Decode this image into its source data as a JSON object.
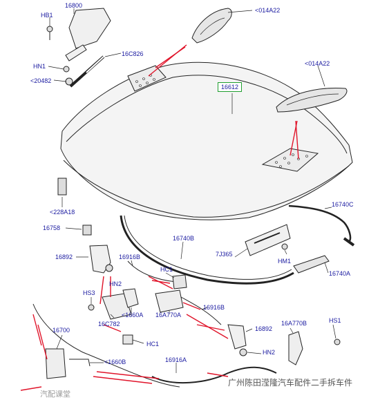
{
  "diagram": {
    "labels": {
      "hb1": "HB1",
      "p16800": "16800",
      "p16c826": "16C826",
      "hn1": "HN1",
      "p20482": "<20482",
      "p014a22_top": "<014A22",
      "p014a22_right": "<014A22",
      "p16612": "16612",
      "p228a18": "<228A18",
      "p16758": "16758",
      "p16740c": "16740C",
      "p16740b": "16740B",
      "p7j365": "7J365",
      "hm1": "HM1",
      "p16740a": "16740A",
      "p16892_left": "16892",
      "p16916b_top": "16916B",
      "hn2_left": "HN2",
      "hc1_top": "HC1",
      "hs3": "HS3",
      "p1660a": "<1660A",
      "p16c782": "16C782",
      "p16a770a": "16A770A",
      "p16916b_right": "16916B",
      "p16892_right": "16892",
      "p16a770b": "16A770B",
      "hs1": "HS1",
      "p16700": "16700",
      "hc1_bottom": "HC1",
      "p1660b": "<1660B",
      "p16916a": "16916A",
      "hn2_right": "HN2"
    },
    "watermark_left": "汽配课堂",
    "watermark_right": "广州陈田滢隆汽车配件二手拆车件",
    "colors": {
      "label": "#1a1aa0",
      "highlight_box": "#1e9e2e",
      "callout": "#e0142a",
      "line": "#222222"
    }
  }
}
